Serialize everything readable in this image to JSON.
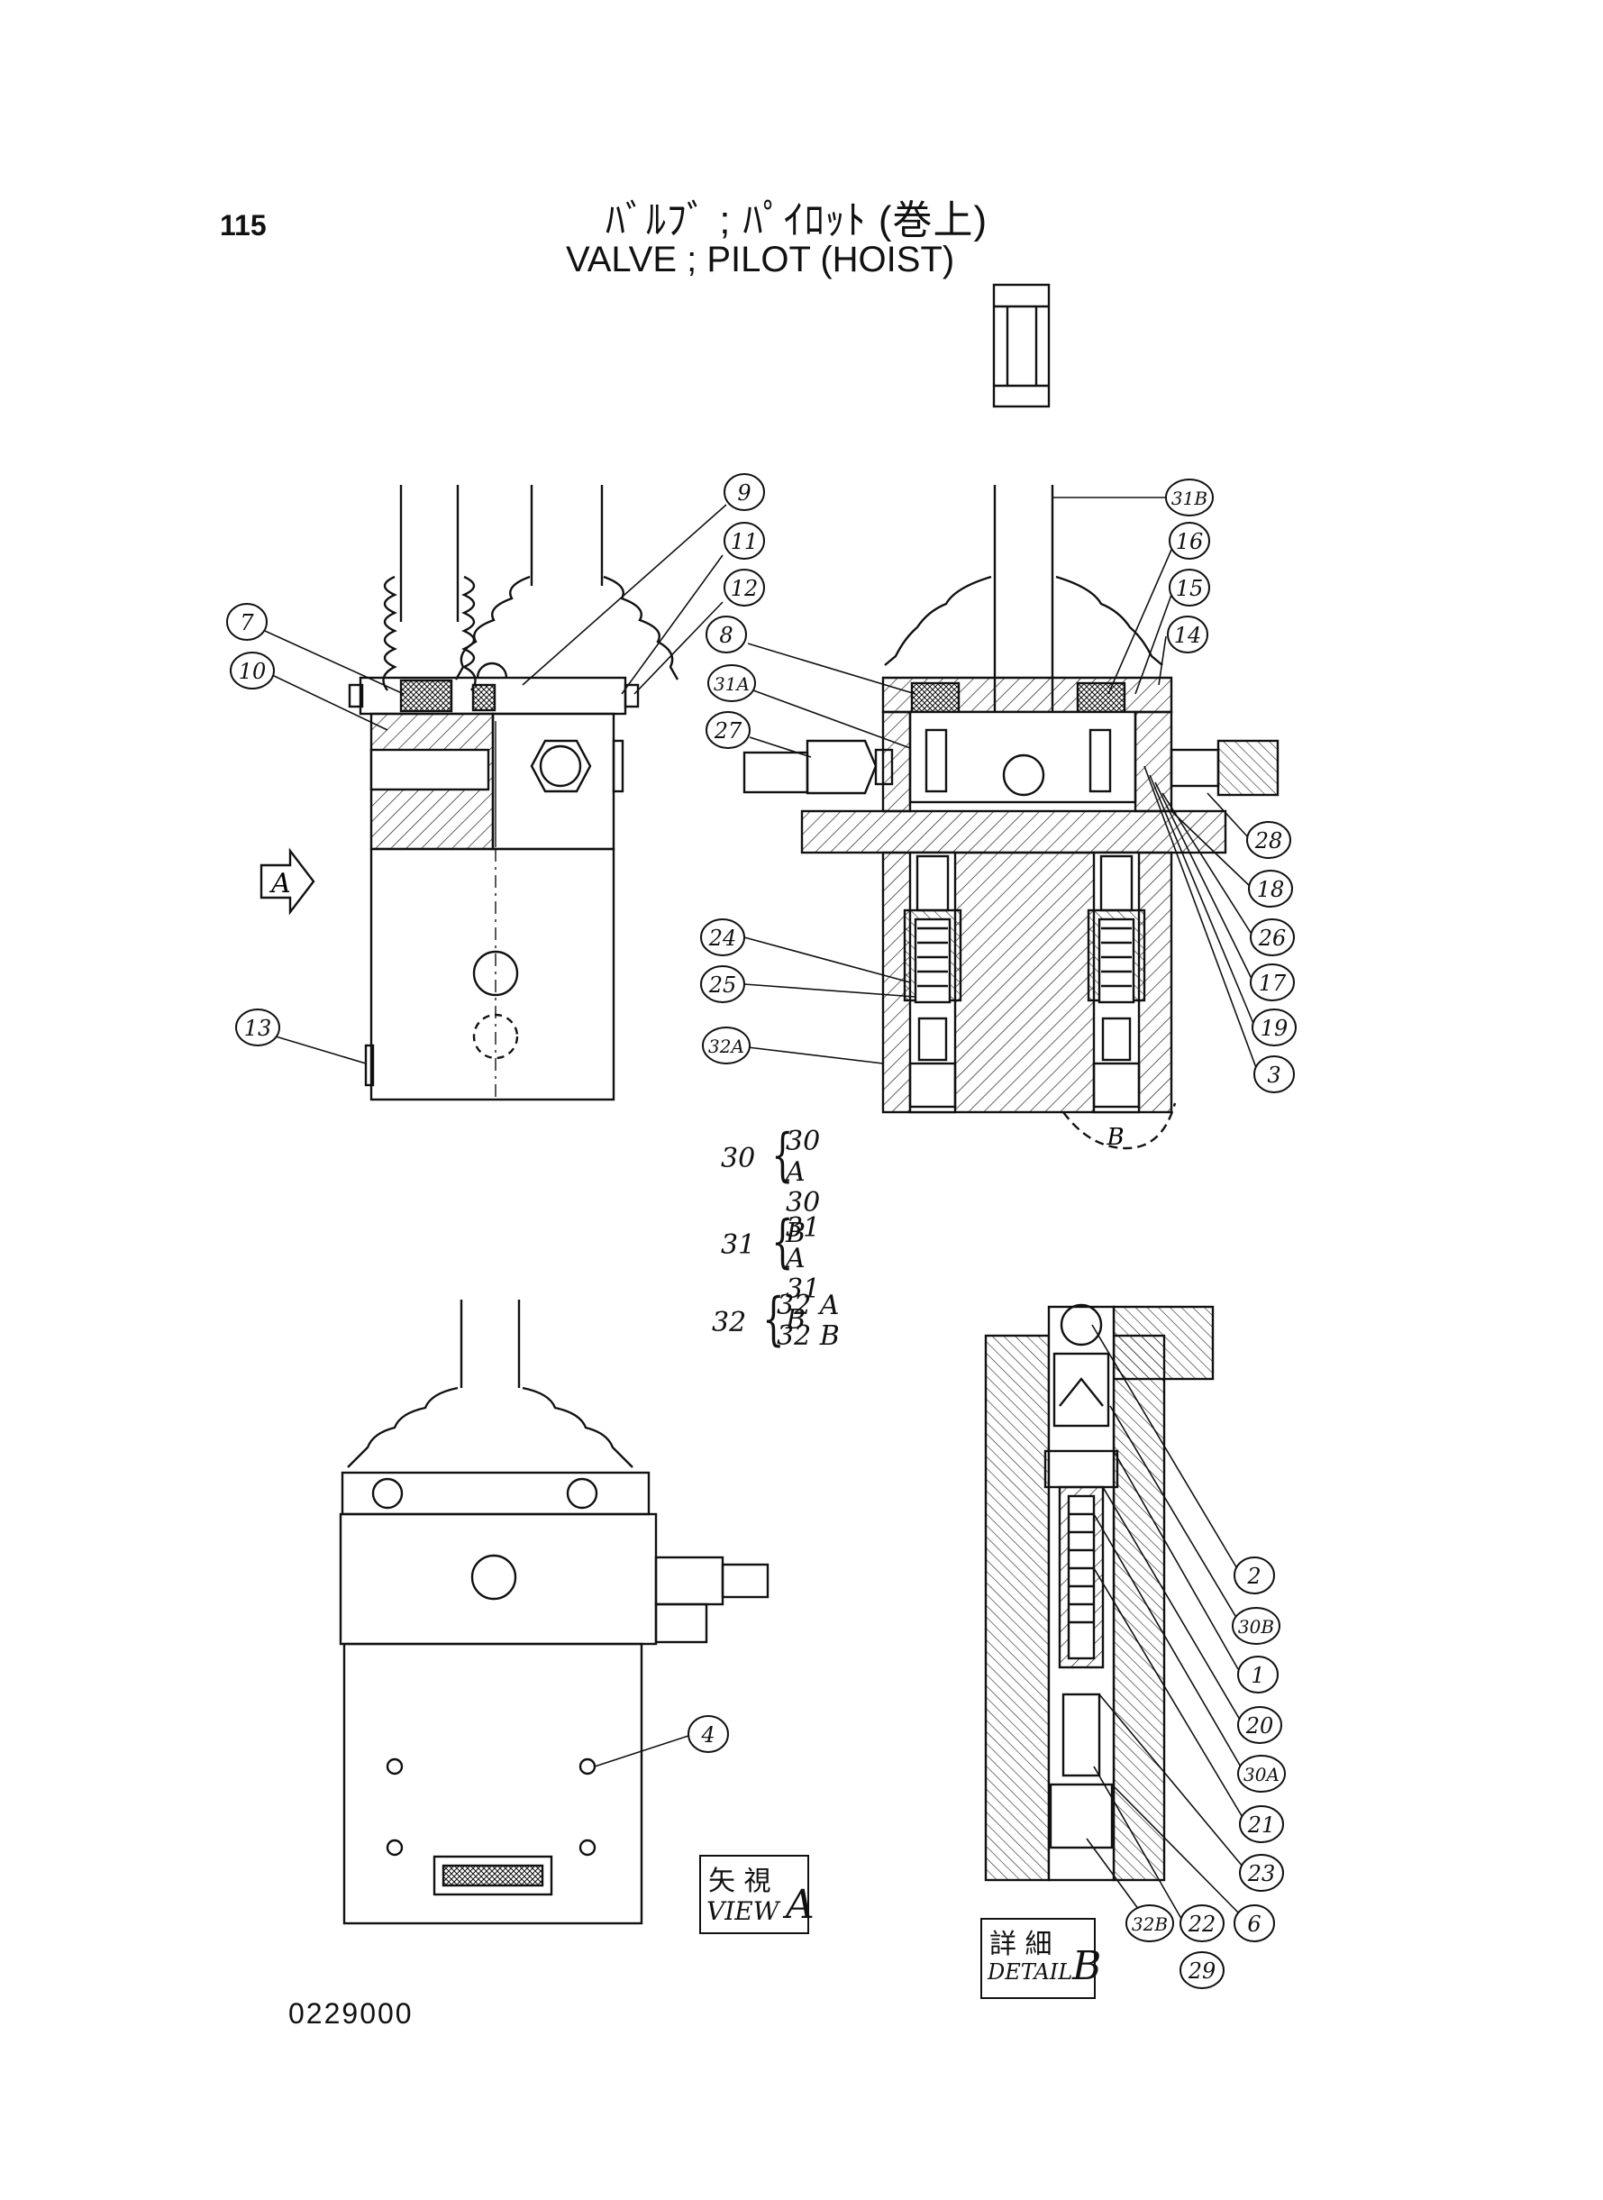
{
  "page": {
    "page_number": "115",
    "title_jp": "ﾊﾞﾙﾌﾞ ; ﾊﾟｲﾛｯﾄ (巻上)",
    "title_en": "VALVE ; PILOT (HOIST)",
    "doc_number": "0229000"
  },
  "callouts": {
    "c9": "9",
    "c11": "11",
    "c12": "12",
    "c7": "7",
    "c10": "10",
    "c13": "13",
    "c31b": "31B",
    "c16": "16",
    "c15": "15",
    "c14": "14",
    "c8": "8",
    "c31a": "31A",
    "c27": "27",
    "c28": "28",
    "c18": "18",
    "c26": "26",
    "c17": "17",
    "c19": "19",
    "c3": "3",
    "c24": "24",
    "c25": "25",
    "c32a": "32A",
    "c4": "4",
    "c2": "2",
    "c30b": "30B",
    "c1": "1",
    "c20": "20",
    "c30a": "30A",
    "c21": "21",
    "c23": "23",
    "c6": "6",
    "c32b": "32B",
    "c22": "22",
    "c29": "29"
  },
  "arrow_view": {
    "letter": "A"
  },
  "detail_circle": {
    "letter": "B"
  },
  "groups": [
    {
      "main": "30",
      "subs": [
        "30 A",
        "30 B"
      ]
    },
    {
      "main": "31",
      "subs": [
        "31 A",
        "31 B"
      ]
    },
    {
      "main": "32",
      "subs": [
        "32 A",
        "32 B"
      ]
    }
  ],
  "view_a_box": {
    "jp": "矢 視",
    "en": "VIEW",
    "letter": "A"
  },
  "detail_b_box": {
    "jp": "詳 細",
    "en": "DETAIL",
    "letter": "B"
  }
}
